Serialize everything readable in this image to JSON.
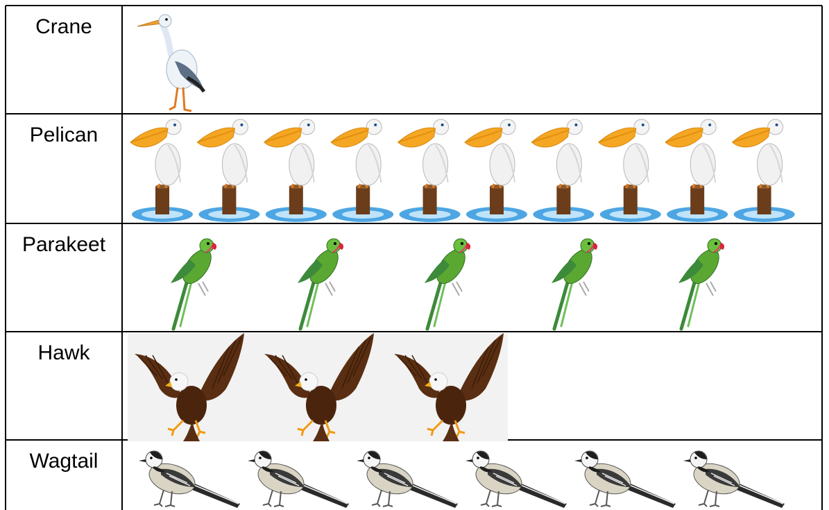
{
  "chart_data": {
    "type": "table",
    "categories": [
      "Crane",
      "Pelican",
      "Parakeet",
      "Hawk",
      "Wagtail"
    ],
    "values": [
      1,
      10,
      5,
      3,
      6
    ],
    "icons": [
      "crane-icon",
      "pelican-icon",
      "parakeet-icon",
      "hawk-icon",
      "wagtail-icon"
    ]
  },
  "colors": {
    "grid": "#000000",
    "pelican_beak": "#f5a623",
    "post": "#6b3d1a",
    "water": "#3a9ce0",
    "parakeet": "#5aa832",
    "hawk_body": "#5a2e12",
    "hawk_bg": "#f2f2f2",
    "crane_wing": "#5c6f86"
  }
}
